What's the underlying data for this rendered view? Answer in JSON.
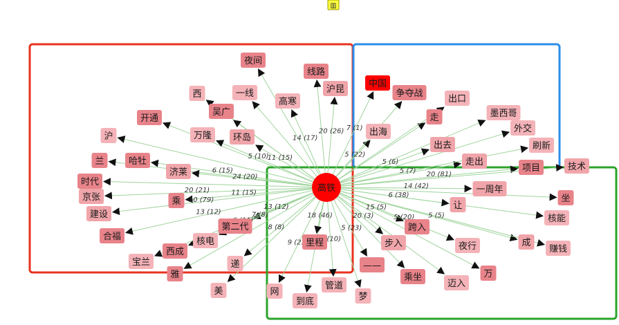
{
  "toolbar": {
    "icon": "table-icon",
    "icon_glyph": "▥"
  },
  "graph": {
    "center": {
      "label": "高铁",
      "color": "#ff0000"
    },
    "regions": [
      {
        "color": "#e8321e"
      },
      {
        "color": "#2b8ee8"
      },
      {
        "color": "#2aa32a"
      }
    ],
    "nodes": [
      {
        "label": "夜间",
        "edge": "",
        "color": "#e8838a"
      },
      {
        "label": "线路",
        "edge": "",
        "color": "#e8838a"
      },
      {
        "label": "沪昆",
        "edge": "20 (26)",
        "color": "#f0a5aa"
      },
      {
        "label": "西",
        "edge": "",
        "color": "#f4b3b8"
      },
      {
        "label": "一线",
        "edge": "",
        "color": "#f4b3b8"
      },
      {
        "label": "高寒",
        "edge": "14 (17)",
        "color": "#f4b3b8"
      },
      {
        "label": "吴广",
        "edge": "",
        "color": "#e8838a"
      },
      {
        "label": "开通",
        "edge": "",
        "color": "#e8838a"
      },
      {
        "label": "沪",
        "edge": "",
        "color": "#f4b3b8"
      },
      {
        "label": "万隆",
        "edge": "5 (10)",
        "color": "#f4b3b8"
      },
      {
        "label": "环岛",
        "edge": "11 (15)",
        "color": "#f0a5aa"
      },
      {
        "label": "兰",
        "edge": "",
        "color": "#e8838a"
      },
      {
        "label": "哈牡",
        "edge": "6 (15)",
        "color": "#e8838a"
      },
      {
        "label": "济莱",
        "edge": "24 (20)",
        "color": "#f0a5aa"
      },
      {
        "label": "时代",
        "edge": "",
        "color": "#e8838a"
      },
      {
        "label": "京张",
        "edge": "20 (21)",
        "color": "#f0a5aa"
      },
      {
        "label": "建设",
        "edge": "10 (79)",
        "color": "#f0a5aa"
      },
      {
        "label": "乘",
        "edge": "11 (15)",
        "color": "#e8838a"
      },
      {
        "label": "合福",
        "edge": "13 (12)",
        "color": "#e8838a"
      },
      {
        "label": "第二代",
        "edge": "13 (12)",
        "color": "#e8838a"
      },
      {
        "label": "核电",
        "edge": "7 (8)",
        "color": "#f4b3b8"
      },
      {
        "label": "西成",
        "edge": "6 (11)",
        "color": "#e8838a"
      },
      {
        "label": "宝兰",
        "edge": "",
        "color": "#f4b3b8"
      },
      {
        "label": "雅",
        "edge": "",
        "color": "#e8838a"
      },
      {
        "label": "递",
        "edge": "8 (8)",
        "color": "#f4b3b8"
      },
      {
        "label": "美",
        "edge": "",
        "color": "#f4b3b8"
      },
      {
        "label": "网",
        "edge": "9 (23)",
        "color": "#f4b3b8"
      },
      {
        "label": "到底",
        "edge": "",
        "color": "#f4b3b8"
      },
      {
        "label": "里程",
        "edge": "18 (46)",
        "color": "#e8838a"
      },
      {
        "label": "管道",
        "edge": "5 (10)",
        "color": "#f4b3b8"
      },
      {
        "label": "梦",
        "edge": "",
        "color": "#f4b3b8"
      },
      {
        "label": "——",
        "edge": "5 (23)",
        "color": "#e8838a"
      },
      {
        "label": "步入",
        "edge": "20 (3)",
        "color": "#f0a5aa"
      },
      {
        "label": "乘坐",
        "edge": "",
        "color": "#e8838a"
      },
      {
        "label": "迈入",
        "edge": "",
        "color": "#f4b3b8"
      },
      {
        "label": "万",
        "edge": "",
        "color": "#e8838a"
      },
      {
        "label": "跨入",
        "edge": "15 (5)",
        "color": "#e8838a"
      },
      {
        "label": "夜行",
        "edge": "5 (20)",
        "color": "#f4b3b8"
      },
      {
        "label": "成",
        "edge": "5 (5)",
        "color": "#f0a5aa"
      },
      {
        "label": "赚钱",
        "edge": "",
        "color": "#f4b3b8"
      },
      {
        "label": "核能",
        "edge": "",
        "color": "#f4b3b8"
      },
      {
        "label": "让",
        "edge": "6 (38)",
        "color": "#f0a5aa"
      },
      {
        "label": "坐",
        "edge": "",
        "color": "#e8838a"
      },
      {
        "label": "一周年",
        "edge": "14 (42)",
        "color": "#f0a5aa"
      },
      {
        "label": "项目",
        "edge": "20 (81)",
        "color": "#e8838a"
      },
      {
        "label": "技术",
        "edge": "",
        "color": "#f0a5aa"
      },
      {
        "label": "走出",
        "edge": "5 (7)",
        "color": "#f0a5aa"
      },
      {
        "label": "刷新",
        "edge": "",
        "color": "#f4b3b8"
      },
      {
        "label": "出去",
        "edge": "5 (6)",
        "color": "#f0a5aa"
      },
      {
        "label": "外交",
        "edge": "",
        "color": "#f4b3b8"
      },
      {
        "label": "墨西哥",
        "edge": "",
        "color": "#f4b3b8"
      },
      {
        "label": "出海",
        "edge": "5 (22)",
        "color": "#f4b3b8"
      },
      {
        "label": "走",
        "edge": "",
        "color": "#e8838a"
      },
      {
        "label": "出口",
        "edge": "",
        "color": "#f4b3b8"
      },
      {
        "label": "争夺战",
        "edge": "",
        "color": "#e8838a"
      },
      {
        "label": "中国",
        "edge": "7 (1)",
        "color": "#ff0000"
      }
    ]
  }
}
